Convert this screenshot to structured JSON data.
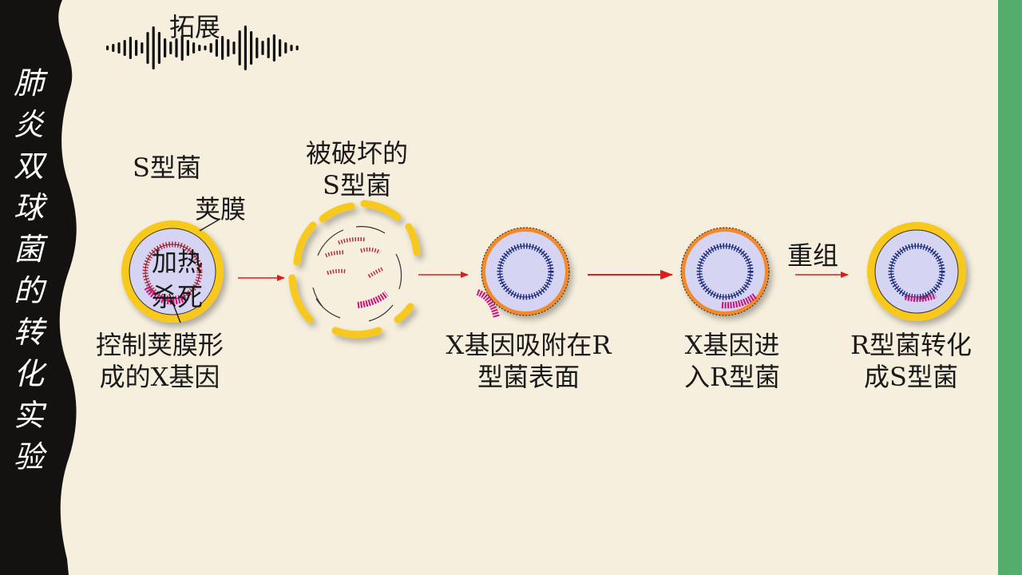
{
  "sidebar": {
    "title_chars": [
      "肺",
      "炎",
      "双",
      "球",
      "菌",
      "的",
      "转",
      "化",
      "实",
      "验"
    ]
  },
  "header": {
    "tag": "拓展"
  },
  "labels": {
    "s_bacteria": "S型菌",
    "capsule": "荚膜",
    "heat_kill": [
      "加热",
      "杀死"
    ],
    "capsule_gene": [
      "控制荚膜形",
      "成的X基因"
    ],
    "destroyed_s": [
      "被破坏的",
      "S型菌"
    ],
    "x_adsorb": [
      "X基因吸附在R",
      "型菌表面"
    ],
    "x_enter": [
      "X基因进",
      "入R型菌"
    ],
    "recombine": "重组",
    "r_to_s": [
      "R型菌转化",
      "成S型菌"
    ]
  },
  "colors": {
    "sidebar": "#141210",
    "right_strip": "#55ad6c",
    "capsule": "#f8c81c",
    "cell_fill": "#d5d4f2",
    "dna_ring": "#1c2a7a",
    "x_gene": "#c8137a",
    "arrow": "#e3191b",
    "r_cell_border": "#f08a2a"
  }
}
